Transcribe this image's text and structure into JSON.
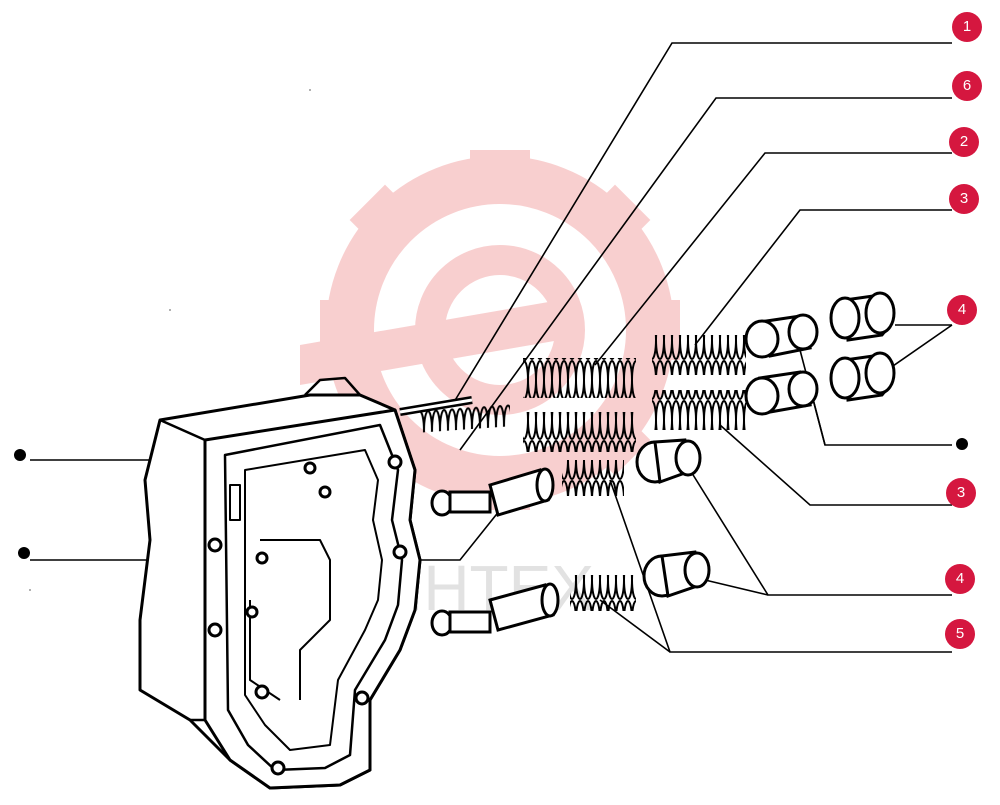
{
  "diagram": {
    "callouts": [
      {
        "id": "c1",
        "label": "1"
      },
      {
        "id": "c6",
        "label": "6"
      },
      {
        "id": "c2",
        "label": "2"
      },
      {
        "id": "c3a",
        "label": "3"
      },
      {
        "id": "c4a",
        "label": "4"
      },
      {
        "id": "c3b",
        "label": "3"
      },
      {
        "id": "c4b",
        "label": "4"
      },
      {
        "id": "c5",
        "label": "5"
      }
    ],
    "watermark_text": "MHTEX",
    "colors": {
      "callout_fill": "#d5173f",
      "line": "#000000",
      "watermark": "#f5b8b8",
      "watermark_text": "#d8d8d8"
    }
  }
}
